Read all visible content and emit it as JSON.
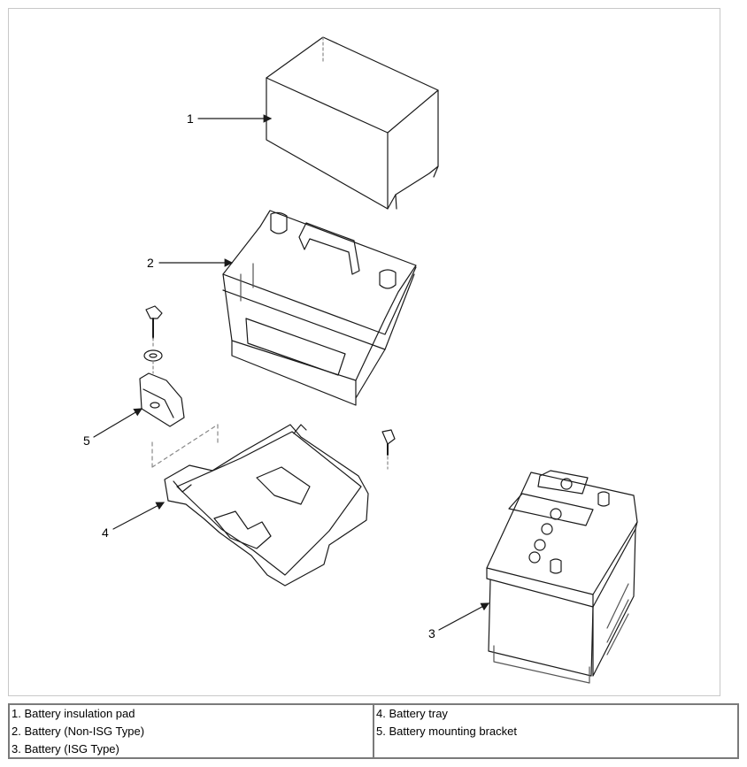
{
  "callouts": [
    "1",
    "2",
    "3",
    "4",
    "5"
  ],
  "legend": {
    "left": [
      "1. Battery insulation pad",
      "2. Battery (Non-ISG Type)",
      "3. Battery (ISG Type)"
    ],
    "right": [
      "4. Battery tray",
      "5. Battery mounting bracket"
    ]
  },
  "colors": {
    "line": "#1a1a1a",
    "frame": "#c8c8c8",
    "legend_border": "#7a7a7a"
  }
}
